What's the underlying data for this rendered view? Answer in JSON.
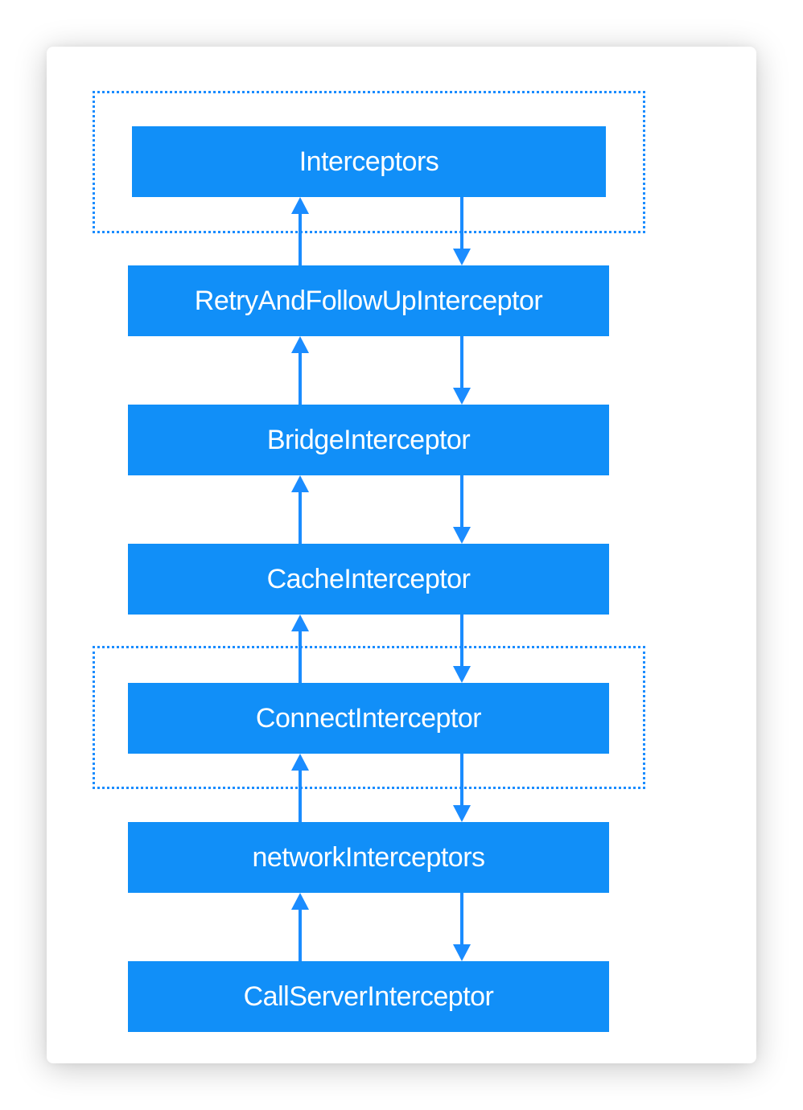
{
  "diagram": {
    "nodes": [
      {
        "id": "interceptors",
        "label": "Interceptors"
      },
      {
        "id": "retry",
        "label": "RetryAndFollowUpInterceptor"
      },
      {
        "id": "bridge",
        "label": "BridgeInterceptor"
      },
      {
        "id": "cache",
        "label": "CacheInterceptor"
      },
      {
        "id": "connect",
        "label": "ConnectInterceptor"
      },
      {
        "id": "network",
        "label": "networkInterceptors"
      },
      {
        "id": "callserver",
        "label": "CallServerInterceptor"
      }
    ],
    "edges": [
      {
        "from": "interceptors",
        "to": "retry",
        "direction": "down"
      },
      {
        "from": "retry",
        "to": "interceptors",
        "direction": "up"
      },
      {
        "from": "retry",
        "to": "bridge",
        "direction": "down"
      },
      {
        "from": "bridge",
        "to": "retry",
        "direction": "up"
      },
      {
        "from": "bridge",
        "to": "cache",
        "direction": "down"
      },
      {
        "from": "cache",
        "to": "bridge",
        "direction": "up"
      },
      {
        "from": "cache",
        "to": "connect",
        "direction": "down"
      },
      {
        "from": "connect",
        "to": "cache",
        "direction": "up"
      },
      {
        "from": "connect",
        "to": "network",
        "direction": "down"
      },
      {
        "from": "network",
        "to": "connect",
        "direction": "up"
      },
      {
        "from": "network",
        "to": "callserver",
        "direction": "down"
      },
      {
        "from": "callserver",
        "to": "network",
        "direction": "up"
      }
    ],
    "groups": [
      {
        "id": "user-interceptors-group",
        "contains": [
          "interceptors"
        ],
        "style": "dotted"
      },
      {
        "id": "connect-interceptor-group",
        "contains": [
          "connect"
        ],
        "style": "dotted"
      }
    ],
    "colors": {
      "node_fill": "#118ff8",
      "node_text": "#ffffff",
      "arrow": "#1a8cff",
      "group_border": "#1a8cff",
      "card_background": "#ffffff"
    }
  }
}
